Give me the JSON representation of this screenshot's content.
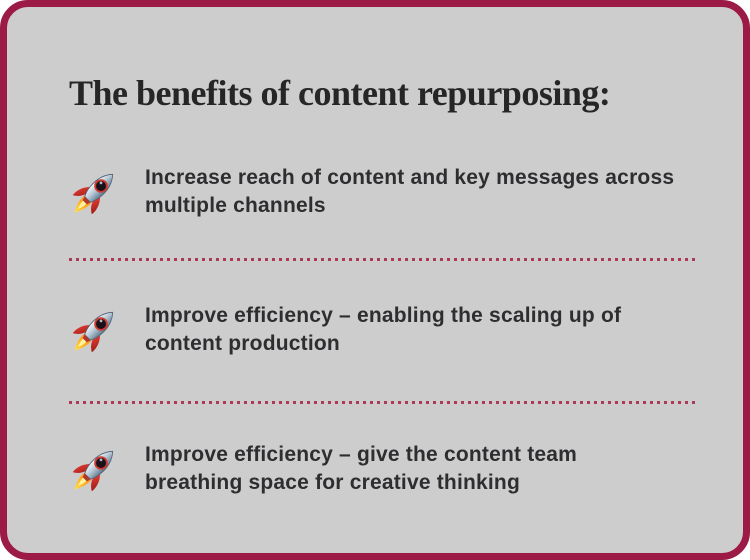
{
  "card": {
    "title": "The benefits of content repurposing:",
    "items": [
      {
        "icon": "rocket",
        "lines": [
          "Increase reach of content and key messages across",
          "multiple channels"
        ]
      },
      {
        "icon": "rocket",
        "lines": [
          "Improve efficiency – enabling the scaling up of",
          "content production"
        ]
      },
      {
        "icon": "rocket",
        "lines": [
          "Improve efficiency – give the content team",
          "breathing space for creative thinking"
        ]
      }
    ],
    "colors": {
      "border": "#9b1b46",
      "background": "#cecdcd",
      "title_text": "#262626",
      "body_text": "#2e2e31",
      "divider_dots": "#aa3a58"
    }
  }
}
